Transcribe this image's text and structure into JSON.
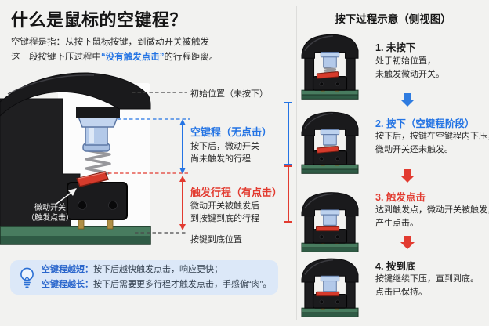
{
  "colors": {
    "background": "#f2f2f0",
    "accent_blue": "#2474e4",
    "accent_red": "#e23b30",
    "tip_background": "#dce8f8",
    "plunger_blue": "#b3c9e9",
    "pcb_green": "#487c5f",
    "switch_red": "#d63b2c"
  },
  "left": {
    "title": "什么是鼠标的空键程？",
    "intro_line1": "空键程是指：从按下鼠标按键，到微动开关被触发",
    "intro_line2_prefix": "这一段按键下压过程中",
    "intro_highlight": "“没有触发点击”",
    "intro_line2_suffix": "的行程距离。",
    "diagram": {
      "label_initial": "初始位置（未按下）",
      "blue_heading": "空键程（无点击）",
      "blue_desc1": "按下后，微动开关",
      "blue_desc2": "尚未触发的行程",
      "red_heading": "触发行程（有点击）",
      "red_desc1": "微动开关被触发后",
      "red_desc2": "到按键到底的行程",
      "label_bottom": "按键到底位置",
      "switch_label1": "微动开关",
      "switch_label2": "（触发点击）"
    },
    "tip": {
      "icon": "lightbulb-icon",
      "line1_bold": "空键程越短：",
      "line1_text": "按下后越快触发点击，响应更快；",
      "line2_bold": "空键程越长：",
      "line2_text": "按下后需要更多行程才触发点击，手感偏“肉”。"
    }
  },
  "right": {
    "header": "按下过程示意（侧视图）",
    "stages": [
      {
        "title": "1. 未按下",
        "color": "dark",
        "desc1": "处于初始位置，",
        "desc2": "未触发微动开关。"
      },
      {
        "title": "2. 按下（空键程阶段）",
        "color": "blue",
        "desc1": "按下后，按键在空键程内下压，",
        "desc2": "微动开关还未触发。"
      },
      {
        "title": "3. 触发点击",
        "color": "red",
        "desc1": "达到触发点，微动开关被触发，",
        "desc2": "产生点击。"
      },
      {
        "title": "4. 按到底",
        "color": "dark",
        "desc1": "按键继续下压，直到到底。",
        "desc2": "点击已保持。"
      }
    ]
  }
}
